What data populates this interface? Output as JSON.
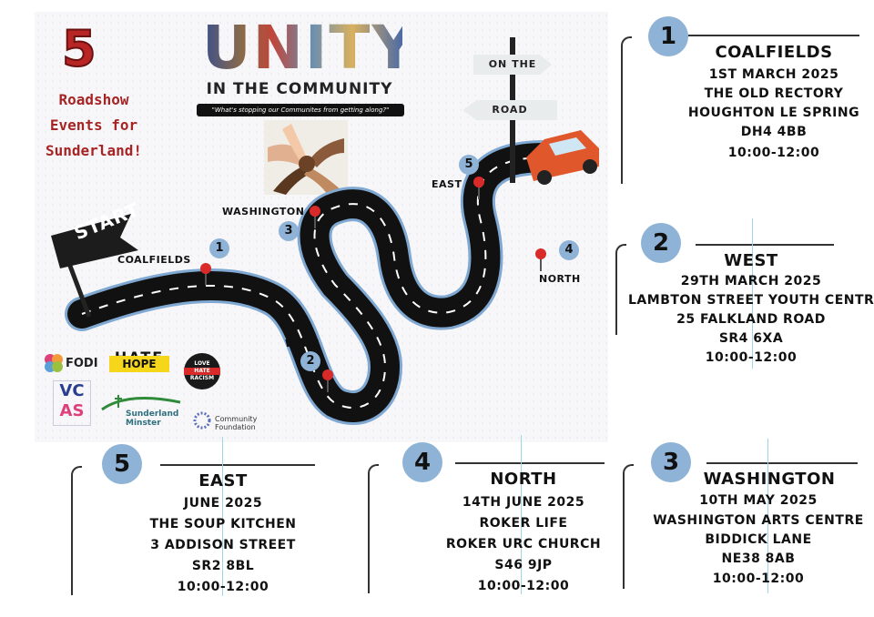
{
  "header": {
    "big_number": "5",
    "tagline_lines": [
      "Roadshow",
      "Events for",
      "Sunderland!"
    ]
  },
  "unity": {
    "title": "UNITY",
    "subtitle": "IN THE COMMUNITY",
    "quote": "\"What's stopping our Communites from getting along?\""
  },
  "signs": {
    "top": "ON THE",
    "bottom": "ROAD"
  },
  "start_label": "START",
  "map_stops": [
    {
      "num": "1",
      "label": "COALFIELDS"
    },
    {
      "num": "2",
      "label": "WEST"
    },
    {
      "num": "3",
      "label": "WASHINGTON"
    },
    {
      "num": "4",
      "label": "NORTH"
    },
    {
      "num": "5",
      "label": "EAST"
    }
  ],
  "logos": {
    "fodi": "FODI",
    "hate": "HATE",
    "hope": "HOPE",
    "love_hate": [
      "LOVE",
      "HATE",
      "RACISM"
    ],
    "vcas": [
      "VC",
      "AS"
    ],
    "sunderland": [
      "Sunderland",
      "Minster"
    ],
    "community": [
      "Community",
      "Foundation"
    ]
  },
  "events": [
    {
      "num": "1",
      "title": "COALFIELDS",
      "lines": [
        "1ST MARCH 2025",
        "THE OLD RECTORY",
        "HOUGHTON LE SPRING",
        "DH4 4BB",
        "10:00-12:00"
      ]
    },
    {
      "num": "2",
      "title": "WEST",
      "lines": [
        "29TH MARCH 2025",
        "LAMBTON STREET YOUTH CENTRE",
        "25 FALKLAND ROAD",
        "SR4 6XA",
        "10:00-12:00"
      ]
    },
    {
      "num": "3",
      "title": "WASHINGTON",
      "lines": [
        "10TH MAY 2025",
        "WASHINGTON ARTS CENTRE",
        "BIDDICK LANE",
        "NE38 8AB",
        "10:00-12:00"
      ]
    },
    {
      "num": "4",
      "title": "NORTH",
      "lines": [
        "14TH JUNE 2025",
        "ROKER LIFE",
        "ROKER URC CHURCH",
        "S46 9JP",
        "10:00-12:00"
      ]
    },
    {
      "num": "5",
      "title": "EAST",
      "lines": [
        "JUNE 2025",
        "THE SOUP KITCHEN",
        "3 ADDISON STREET",
        "SR2 8BL",
        "10:00-12:00"
      ]
    }
  ],
  "colors": {
    "accent_red": "#b72525",
    "badge_blue": "#8fb3d6",
    "road": "#111111",
    "road_edge": "#7fa8d2"
  }
}
